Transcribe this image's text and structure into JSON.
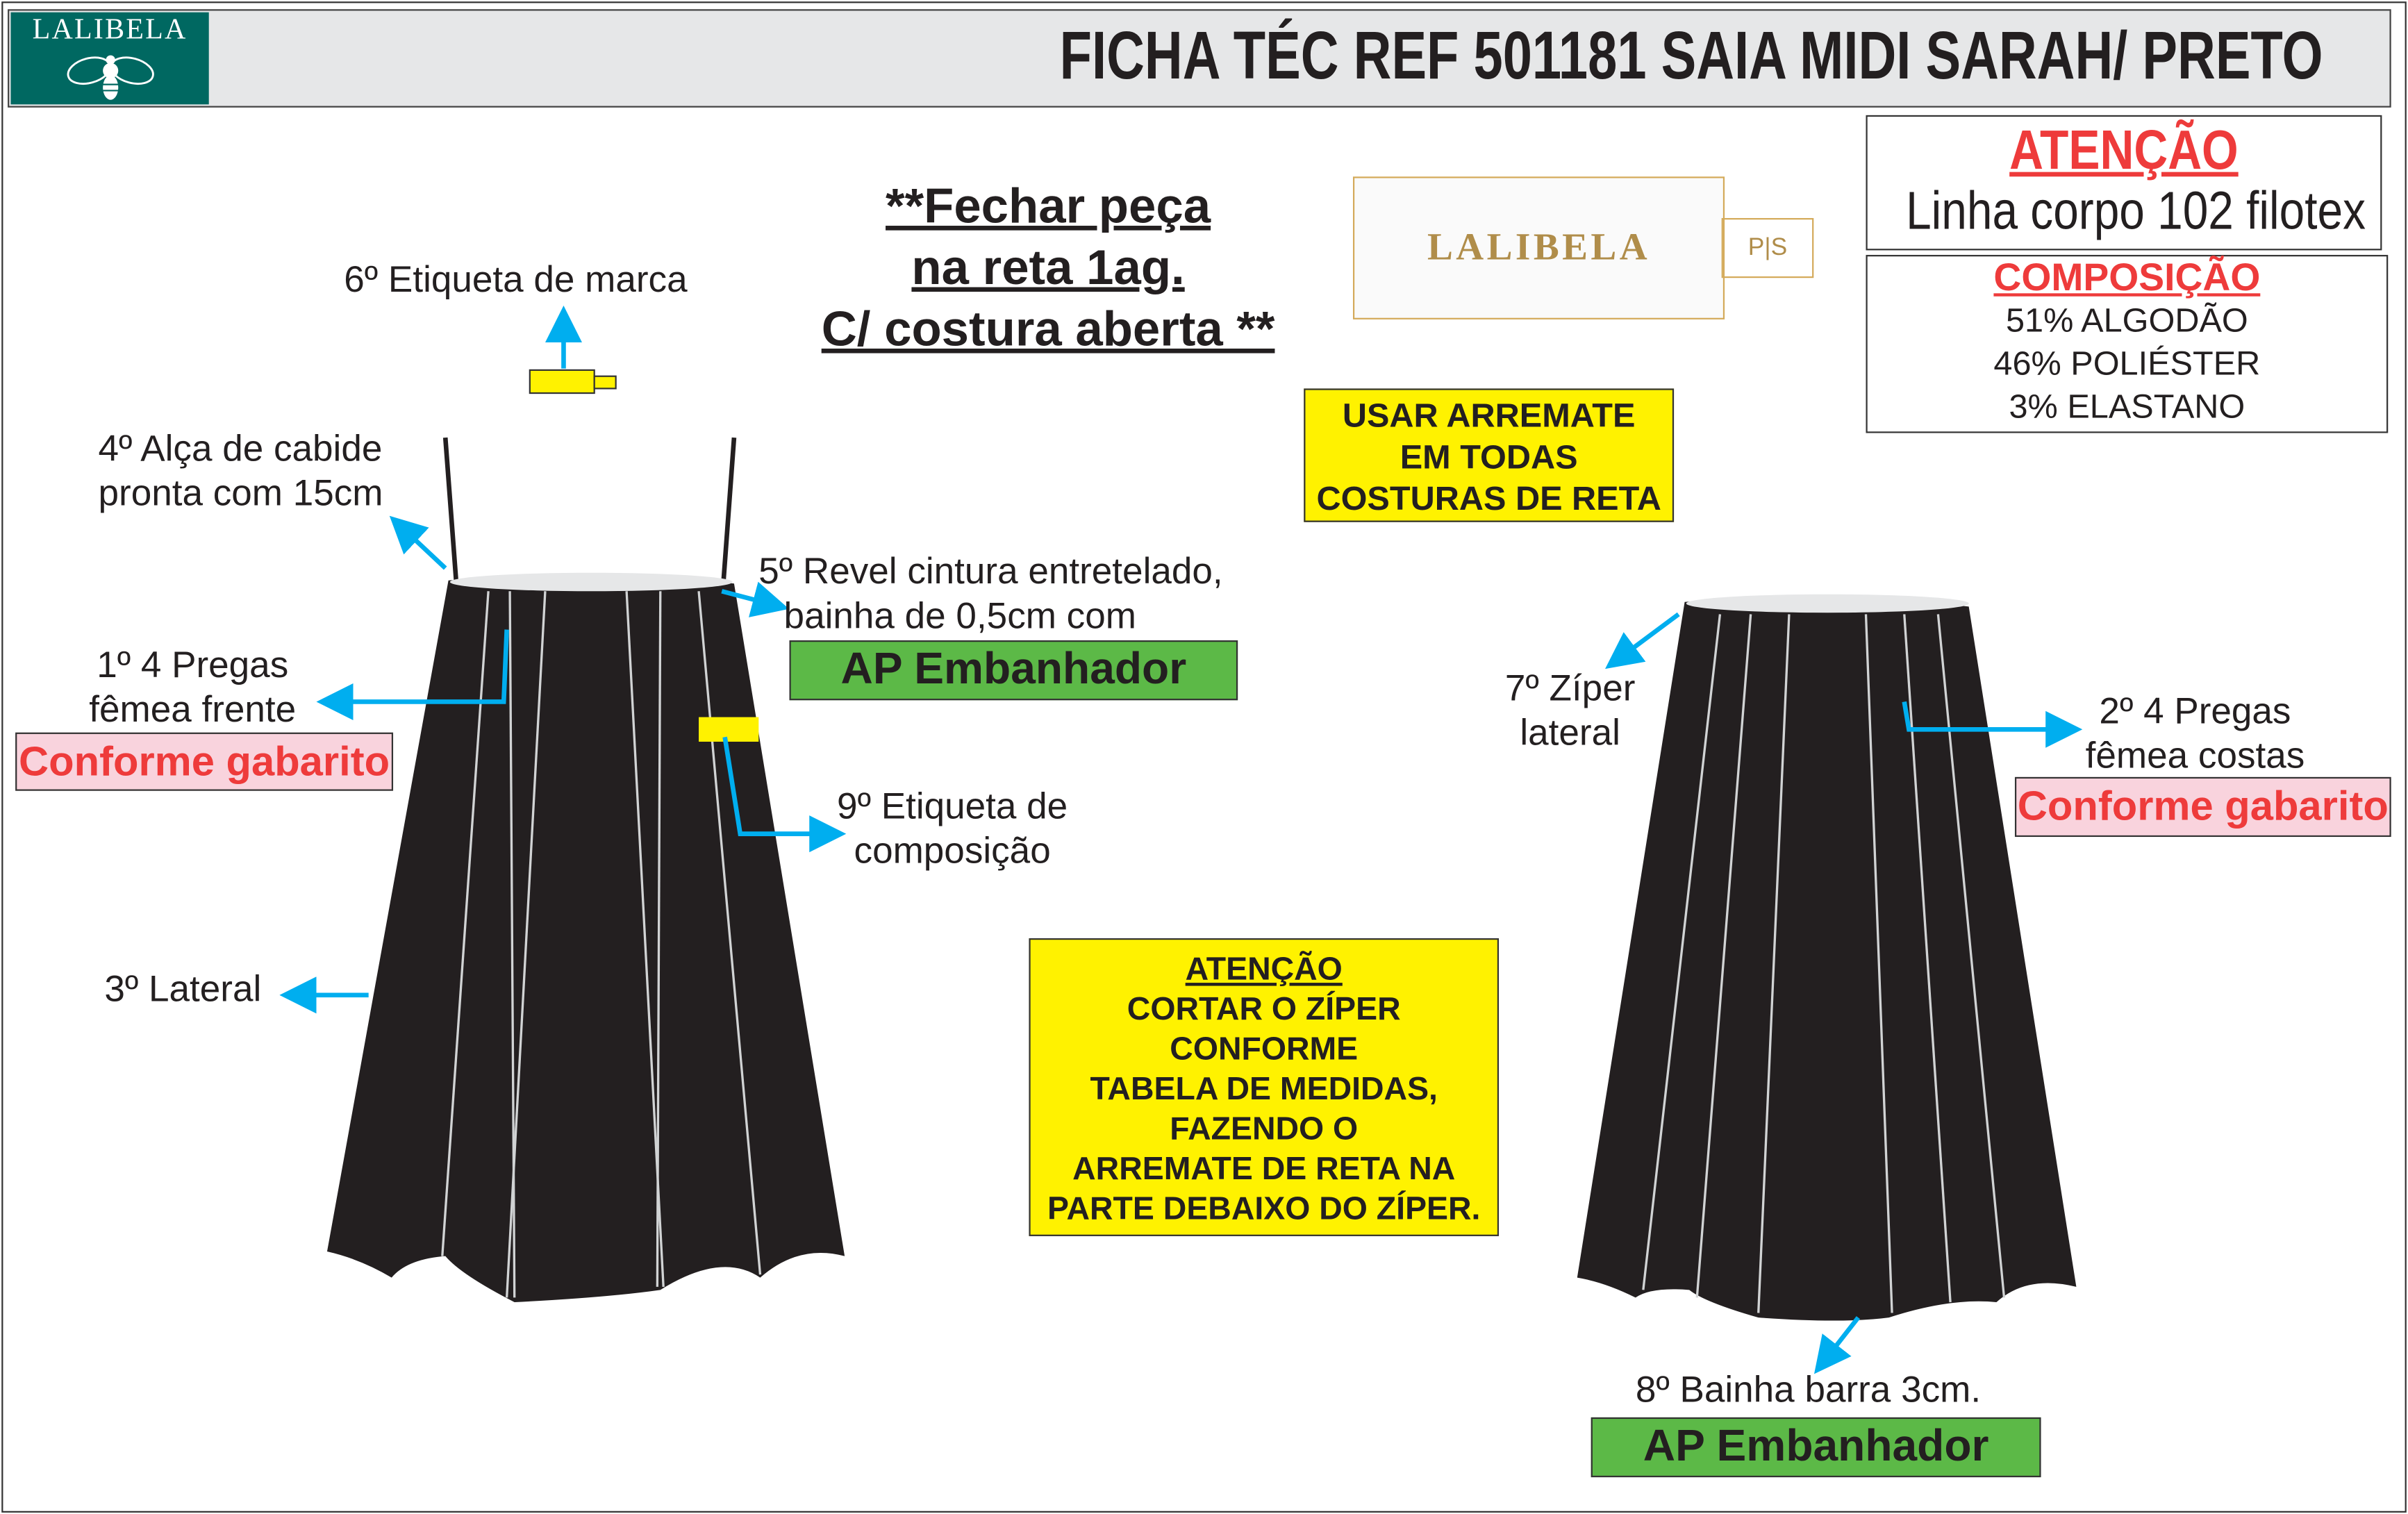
{
  "header": {
    "logo_text": "LALIBELA",
    "title": "FICHA TÉC REF 501181 SAIA MIDI SARAH/ PRETO"
  },
  "notes": {
    "attention_title": "ATENÇÃO",
    "thread": "Linha corpo 102 filotex",
    "composition_title": "COMPOSIÇÃO",
    "composition": [
      "51% ALGODÃO",
      "46% POLIÉSTER",
      "3% ELASTANO"
    ],
    "close_piece": [
      "**Fechar peça",
      "na reta 1ag.",
      "C/ costura aberta **"
    ],
    "arremate": [
      "USAR ARREMATE",
      "EM TODAS",
      "COSTURAS DE RETA"
    ],
    "zipper_attention": [
      "ATENÇÃO",
      "CORTAR O ZÍPER",
      "CONFORME",
      "TABELA DE MEDIDAS,",
      "FAZENDO O",
      "ARREMATE DE RETA NA",
      "PARTE DEBAIXO DO ZÍPER."
    ]
  },
  "brand_label": {
    "text": "LALIBELA",
    "size_tag": "P|S"
  },
  "front": {
    "step6": "6º Etiqueta de marca",
    "step4": [
      "4º Alça de cabide",
      "pronta com 15cm"
    ],
    "step5": [
      "5º Revel cintura entretelado,",
      "bainha de 0,5cm com"
    ],
    "step5_box": "AP Embanhador",
    "step1": [
      "1º 4 Pregas",
      "fêmea frente"
    ],
    "step1_box": "Conforme gabarito",
    "step9": [
      "9º Etiqueta de",
      "composição"
    ],
    "step3": "3º Lateral"
  },
  "back": {
    "step7": [
      "7º Zíper",
      "lateral"
    ],
    "step2": [
      "2º 4 Pregas",
      "fêmea costas"
    ],
    "step2_box": "Conforme gabarito",
    "step8": "8º Bainha barra 3cm.",
    "step8_box": "AP Embanhador"
  },
  "colors": {
    "arrow": "#00aeef",
    "brand": "#006861",
    "yellow": "#fff200",
    "green": "#5cb947",
    "pink": "#f9d3dd",
    "red": "#ee3b3b"
  }
}
